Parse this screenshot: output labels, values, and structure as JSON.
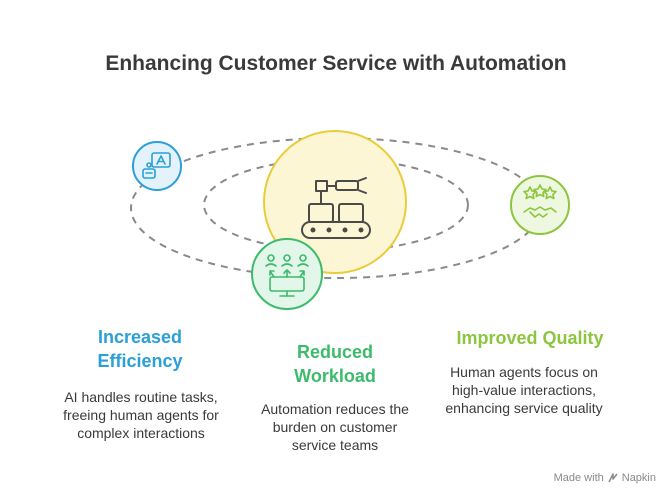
{
  "title": "Enhancing Customer Service with Automation",
  "center_icon": "conveyor-robot-arm-icon",
  "items": [
    {
      "heading": "Increased Efficiency",
      "description": "AI handles routine tasks, freeing human agents for complex interactions",
      "icon": "ai-chatbot-icon",
      "color": "#2a9fd8"
    },
    {
      "heading": "Reduced Workload",
      "description": "Automation reduces the burden on customer service teams",
      "icon": "team-upload-monitor-icon",
      "color": "#3dbb6b"
    },
    {
      "heading": "Improved Quality",
      "description": "Human agents focus on high-value interactions, enhancing service quality",
      "icon": "stars-handshake-icon",
      "color": "#8cc63f"
    }
  ],
  "credit": "Made with",
  "credit_brand": "Napkin"
}
